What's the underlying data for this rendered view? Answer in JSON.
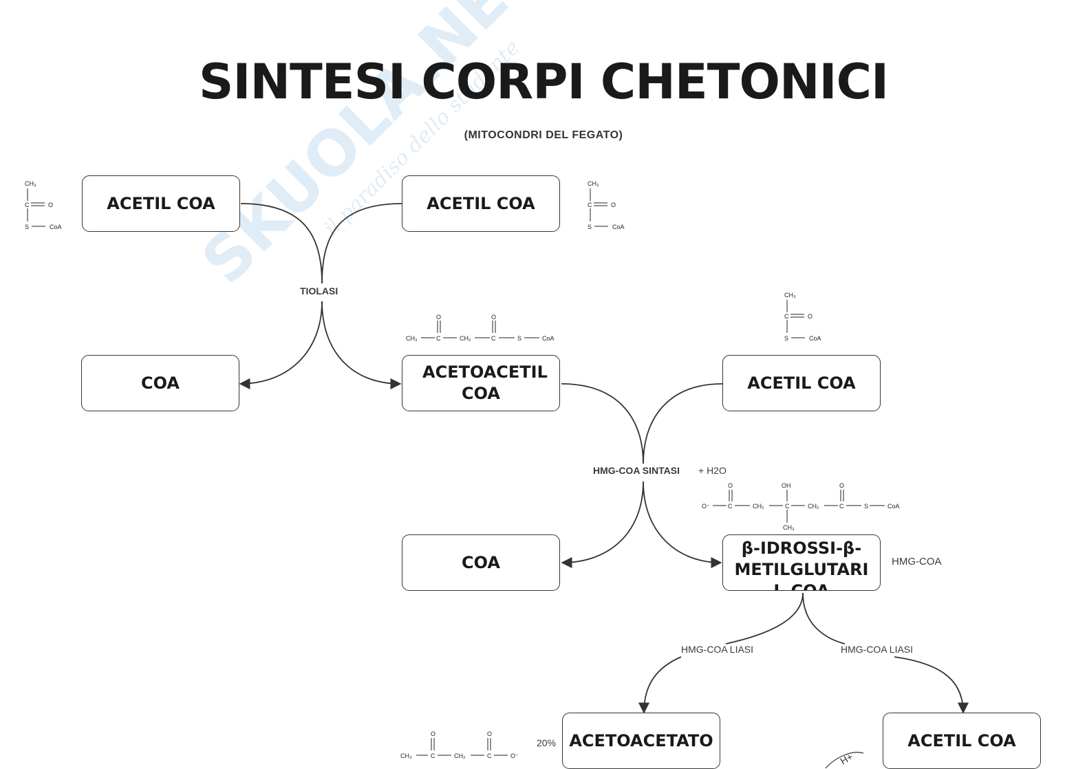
{
  "header": {
    "title": "SINTESI CORPI CHETONICI",
    "subtitle": "(MITOCONDRI DEL FEGATO)"
  },
  "watermark": {
    "text": "SKUOLA.NET",
    "tagline": "il paradiso dello studente"
  },
  "nodes": {
    "acetil_coa_1": "ACETIL COA",
    "acetil_coa_2": "ACETIL COA",
    "coa_1": "COA",
    "acetoacetil_coa": "ACETOACETIL COA",
    "acetil_coa_3": "ACETIL COA",
    "coa_2": "COA",
    "hmg_coa": "β-IDROSSI-β-METILGLUTARIL-COA",
    "acetoacetato": "ACETOACETATO",
    "acetil_coa_4": "ACETIL COA"
  },
  "enzymes": {
    "tiolasi": "TIOLASI",
    "hmg_coa_sintasi": "HMG-COA SINTASI",
    "h2o": "+ H2O",
    "hmg_coa_liasi_left": "HMG-COA LIASI",
    "hmg_coa_liasi_right": "HMG-COA LIASI"
  },
  "labels": {
    "hmg_coa_abbrev": "HMG-COA",
    "percent": "20%",
    "h_plus": "H+"
  },
  "formulas": {
    "acetyl": {
      "ch3": "CH₃",
      "c": "C",
      "o": "O",
      "s": "S",
      "coa": "CoA"
    },
    "acetoacetyl": {
      "ch3": "CH₃",
      "c": "C",
      "ch2": "CH₂",
      "o": "O",
      "s": "S",
      "coa": "CoA"
    },
    "hmg": {
      "ominus": "O⁻",
      "c": "C",
      "ch2": "CH₂",
      "oh": "OH",
      "ch3": "CH₃",
      "o": "O",
      "s": "S",
      "coa": "CoA"
    },
    "acetoacetate": {
      "ch3": "CH₃",
      "c": "C",
      "ch2": "CH₂",
      "o": "O",
      "ominus": "O⁻"
    }
  },
  "colors": {
    "ink": "#1a1a1a",
    "line": "#333333",
    "watermark": "#a9cbe6"
  }
}
